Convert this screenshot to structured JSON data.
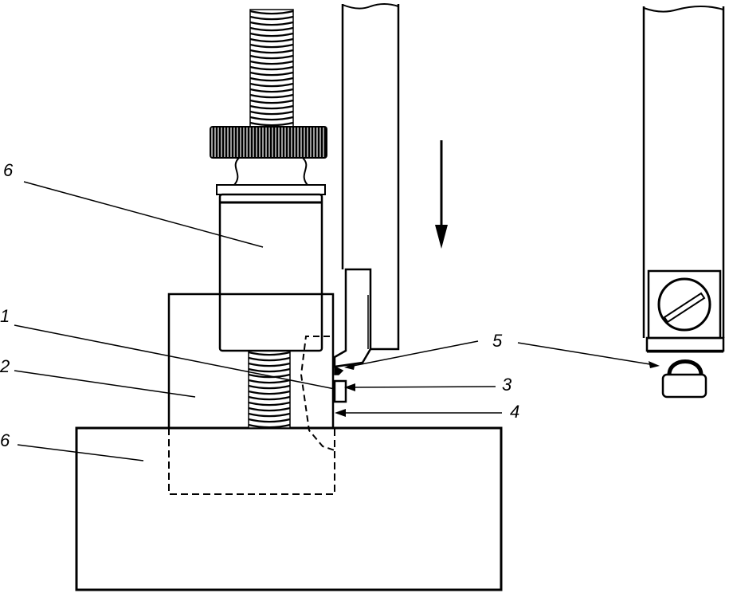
{
  "labels": {
    "six_top": "6",
    "one": "1",
    "two": "2",
    "six_bottom": "6",
    "five": "5",
    "three": "3",
    "four": "4"
  },
  "colors": {
    "ink": "#000000",
    "paper": "#ffffff"
  }
}
